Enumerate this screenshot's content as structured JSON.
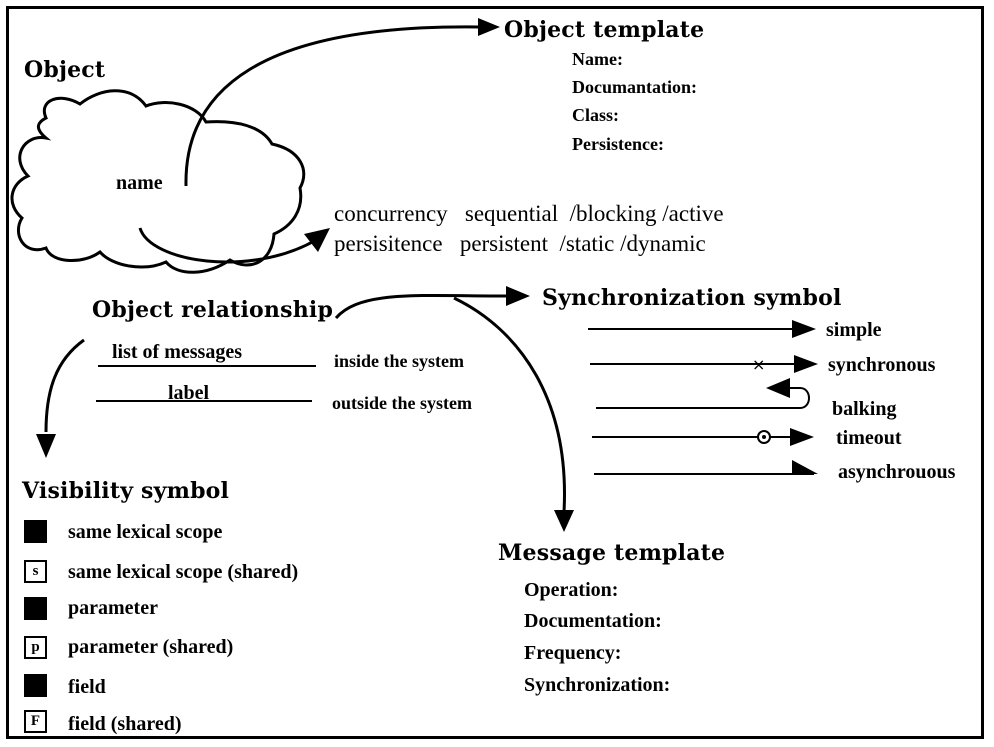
{
  "object": {
    "heading": "Object",
    "name_label": "name"
  },
  "object_template": {
    "heading": "Object template",
    "fields": [
      "Name:",
      "Documantation:",
      "Class:",
      "Persistence:"
    ]
  },
  "properties": {
    "concurrency": "concurrency   sequential  /blocking /active",
    "persistence": "persisitence   persistent  /static /dynamic"
  },
  "object_relationship": {
    "heading": "Object relationship",
    "list_of_messages": "list of messages",
    "label": "label",
    "inside": "inside the system",
    "outside": "outside the system"
  },
  "synchronization": {
    "heading": "Synchronization symbol",
    "items": [
      "simple",
      "synchronous",
      "balking",
      "timeout",
      "asynchrouous"
    ]
  },
  "visibility": {
    "heading": "Visibility symbol",
    "items": [
      {
        "letter": "",
        "label": "same lexical scope"
      },
      {
        "letter": "s",
        "label": "same lexical scope (shared)"
      },
      {
        "letter": "",
        "label": "parameter"
      },
      {
        "letter": "p",
        "label": "parameter (shared)"
      },
      {
        "letter": "",
        "label": "field"
      },
      {
        "letter": "F",
        "label": "field (shared)"
      }
    ]
  },
  "message_template": {
    "heading": "Message template",
    "fields": [
      "Operation:",
      "Documentation:",
      "Frequency:",
      "Synchronization:"
    ]
  }
}
